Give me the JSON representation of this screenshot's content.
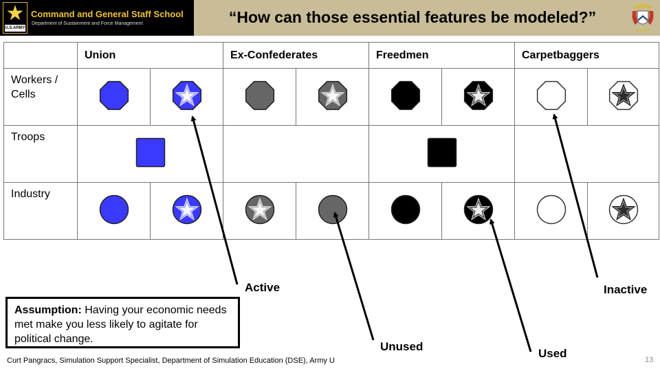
{
  "header": {
    "school": "Command and General Staff School",
    "department": "Department of Sustainment and Force Management",
    "army_tag": "U.S.ARMY",
    "title": "“How can those essential features be modeled?”"
  },
  "table": {
    "columns": [
      "Union",
      "Ex-Confederates",
      "Freedmen",
      "Carpetbaggers"
    ],
    "rows": [
      {
        "label": "Workers / Cells",
        "cells": [
          {
            "shape": "octagon",
            "color": "#3a3aff",
            "star": false
          },
          {
            "shape": "octagon",
            "color": "#3a3aff",
            "star": true
          },
          {
            "shape": "octagon",
            "color": "#666666",
            "star": false
          },
          {
            "shape": "octagon",
            "color": "#666666",
            "star": true
          },
          {
            "shape": "octagon",
            "color": "#000000",
            "star": false
          },
          {
            "shape": "octagon",
            "color": "#000000",
            "star": true
          },
          {
            "shape": "octagon",
            "color": "#ffffff",
            "star": false
          },
          {
            "shape": "octagon",
            "color": "#ffffff",
            "star": true
          }
        ]
      },
      {
        "label": "Troops",
        "cells": [
          {
            "shape": "square",
            "color": "#3a3aff",
            "span": 2
          },
          {
            "shape": "none",
            "span": 2
          },
          {
            "shape": "square",
            "color": "#000000",
            "span": 2
          },
          {
            "shape": "none",
            "span": 2
          }
        ]
      },
      {
        "label": "Industry",
        "cells": [
          {
            "shape": "circle",
            "color": "#3a3aff",
            "star": false
          },
          {
            "shape": "circle",
            "color": "#3a3aff",
            "star": true
          },
          {
            "shape": "circle",
            "color": "#666666",
            "star": true
          },
          {
            "shape": "circle",
            "color": "#666666",
            "star": false
          },
          {
            "shape": "circle",
            "color": "#000000",
            "star": false
          },
          {
            "shape": "circle",
            "color": "#000000",
            "star": true
          },
          {
            "shape": "circle",
            "color": "#ffffff",
            "star": false
          },
          {
            "shape": "circle",
            "color": "#ffffff",
            "star": true
          }
        ]
      }
    ]
  },
  "annotations": {
    "active": "Active",
    "unused": "Unused",
    "used": "Used",
    "inactive": "Inactive"
  },
  "assumption": {
    "label": "Assumption:",
    "text": " Having your economic needs met make you less likely to agitate for political change."
  },
  "footer": {
    "credit": "Curt Pangracs, Simulation Support Specialist, Department of Simulation Education (DSE), Army U",
    "page_number": "13"
  }
}
